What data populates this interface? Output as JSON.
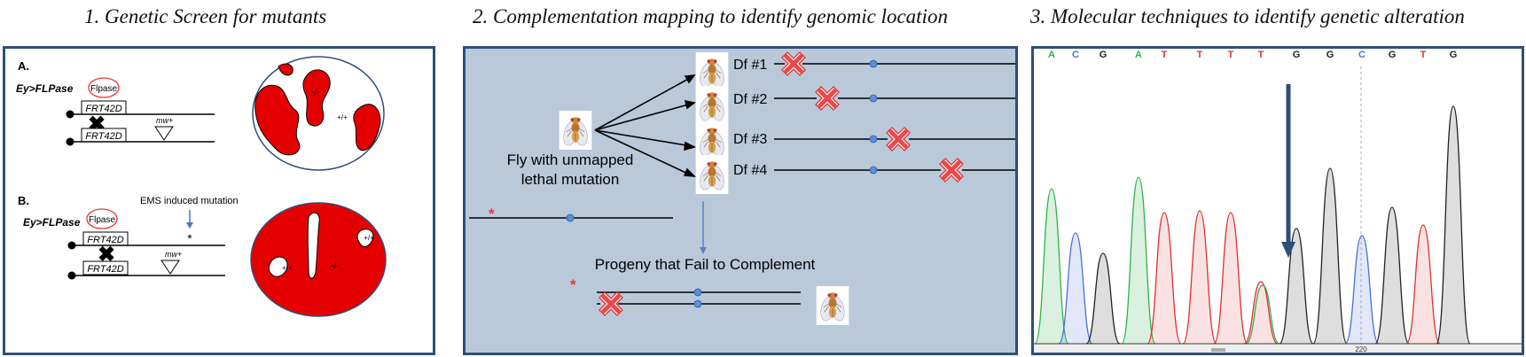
{
  "panel1": {
    "title": "1. Genetic Screen for mutants",
    "a": {
      "letter": "A.",
      "driver": "Ey>FLPase",
      "flipase": "Flpase",
      "frt_top": "FRT42D",
      "frt_bottom": "FRT42D",
      "marker": "mw+",
      "clone_mutant": "-/-",
      "clone_wt": "+/+"
    },
    "b": {
      "letter": "B.",
      "driver": "Ey>FLPase",
      "flipase": "Flpase",
      "ems_label": "EMS induced mutation",
      "frt_top": "FRT42D",
      "frt_bottom": "FRT42D",
      "marker": "mw+",
      "mutation_star": "*",
      "clone_mutant": "-/-",
      "clone_wt_1": "+/+",
      "clone_wt_2": "+/+"
    }
  },
  "panel2": {
    "title": "2. Complementation mapping to identify genomic location",
    "fly_label_1": "Fly with unmapped",
    "fly_label_2": "lethal mutation",
    "deficiencies": [
      "Df #1",
      "Df #2",
      "Df #3",
      "Df #4"
    ],
    "progeny_label": "Progeny that Fail to Complement",
    "mutation_star": "*"
  },
  "panel3": {
    "title": "3. Molecular techniques to identify genetic alteration",
    "bases": [
      "A",
      "C",
      "G",
      "A",
      "T",
      "T",
      "T",
      "T",
      "G",
      "G",
      "C",
      "G",
      "T",
      "G"
    ],
    "base_colors": {
      "A": "#2fb34a",
      "C": "#4a6fd8",
      "G": "#222222",
      "T": "#e03030"
    },
    "position_label": "220"
  }
}
